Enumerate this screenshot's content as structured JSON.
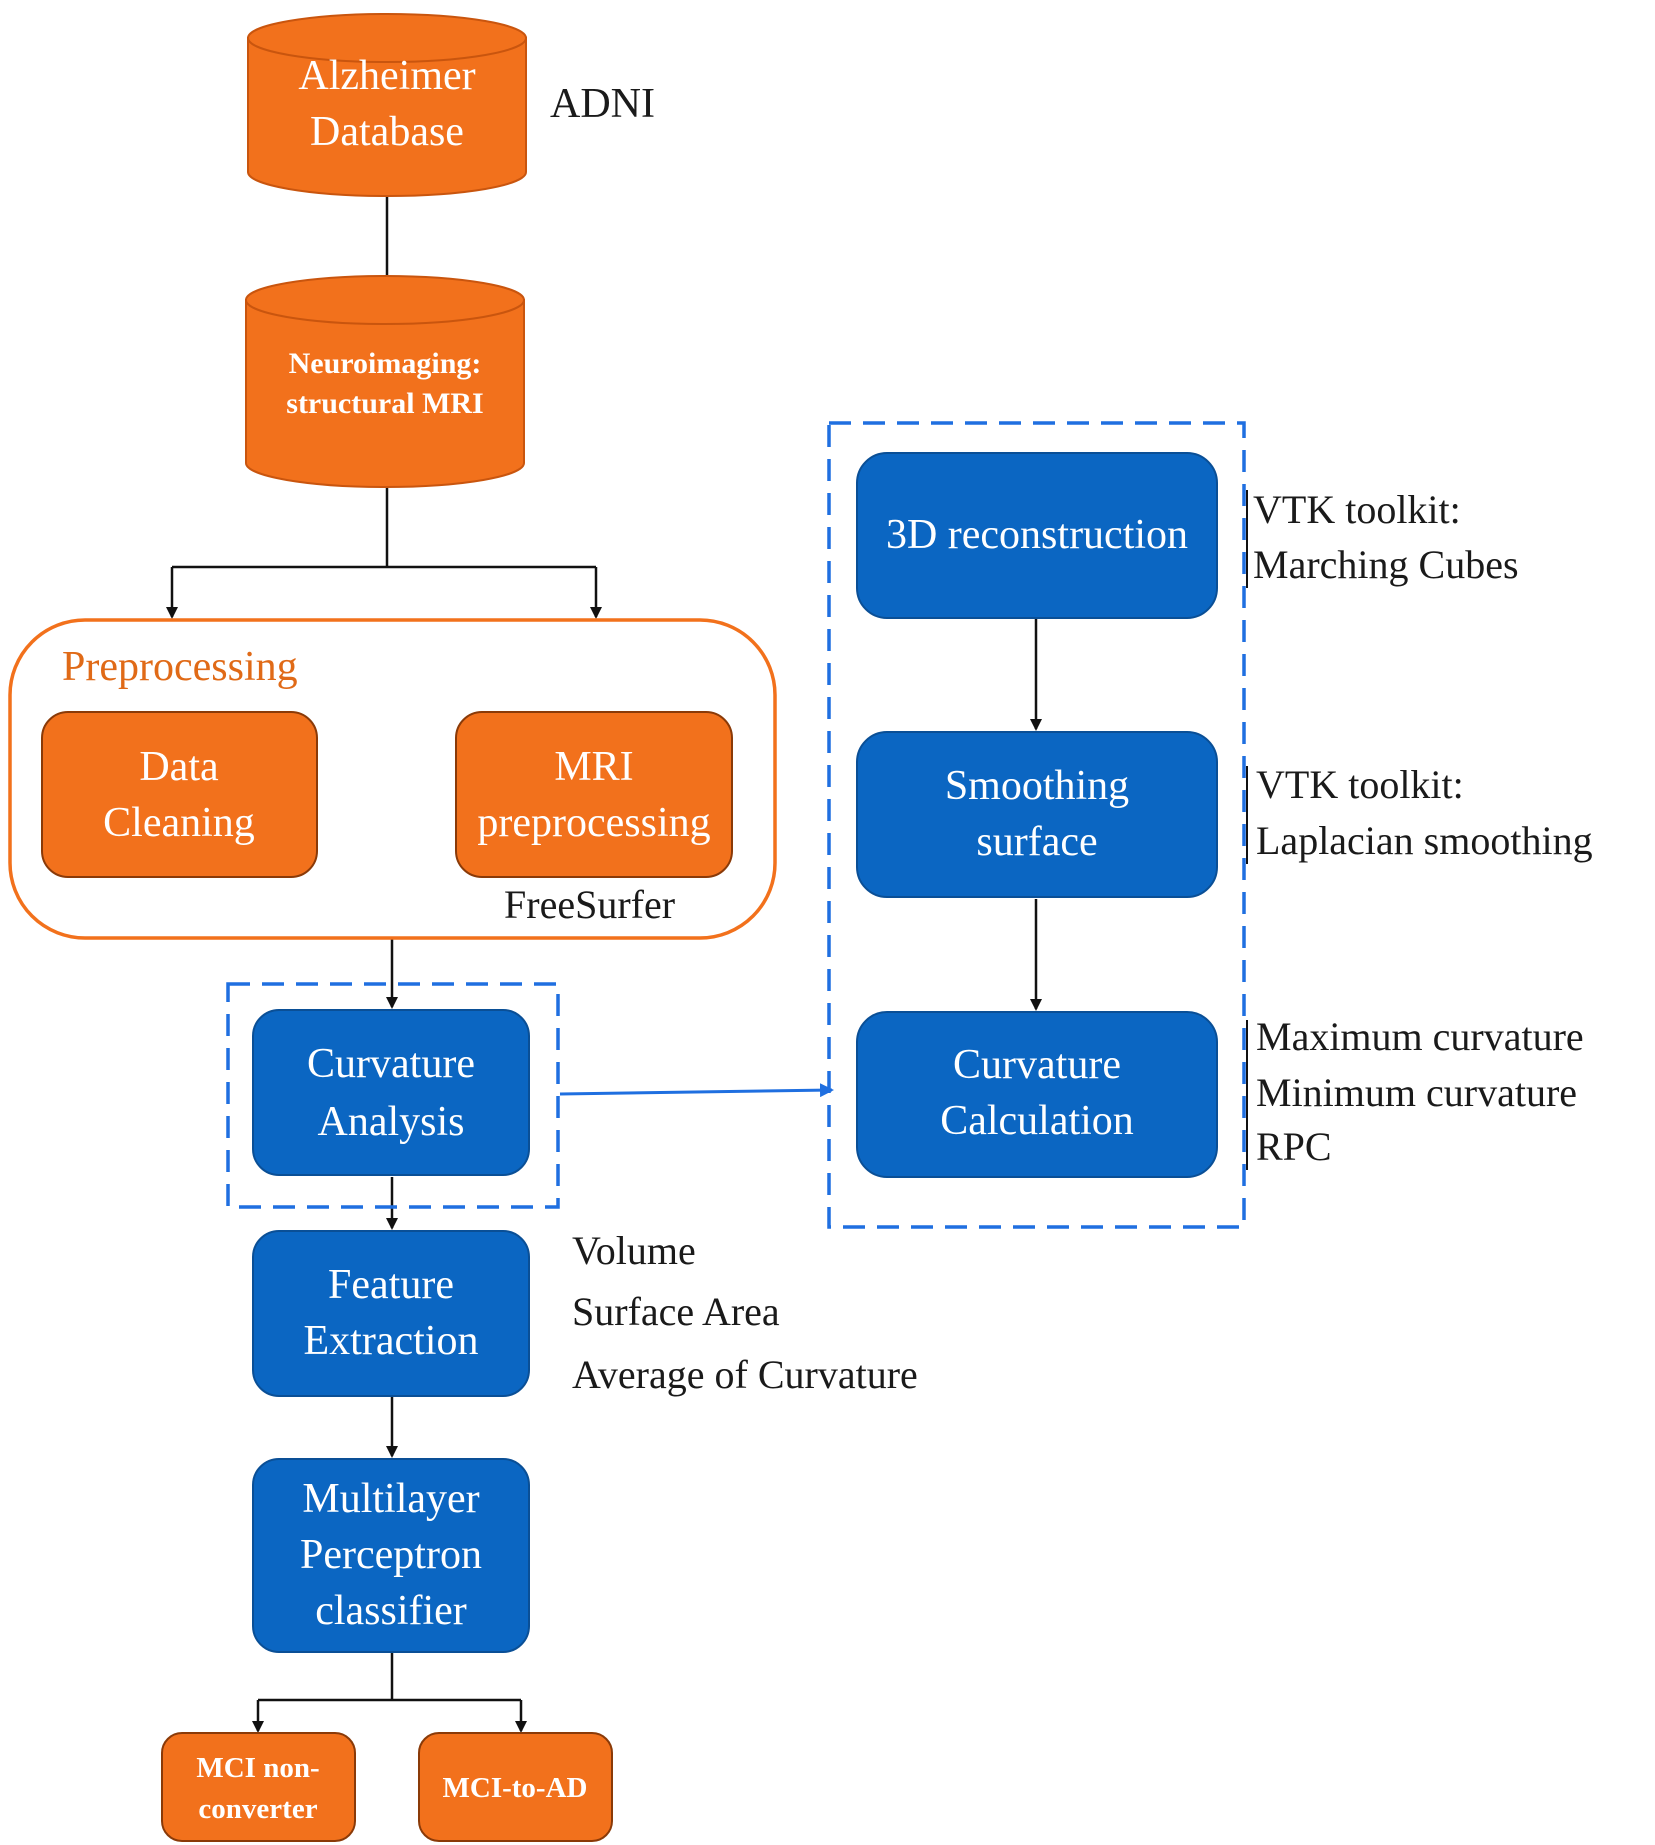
{
  "colors": {
    "orange": "#F2711C",
    "orange_dark": "#C9550E",
    "blue": "#0B66C2",
    "blue_dark": "#0A4F96",
    "dashed_blue": "#1F6FE0",
    "line": "#111111",
    "preprocessing_title": "#E06A17"
  },
  "database": {
    "line1": "Alzheimer",
    "line2": "Database",
    "label": "ADNI"
  },
  "neuroimaging": {
    "line1": "Neuroimaging:",
    "line2": "structural MRI"
  },
  "preprocessing": {
    "title": "Preprocessing",
    "data_cleaning": {
      "line1": "Data",
      "line2": "Cleaning"
    },
    "mri_preprocessing": {
      "line1": "MRI",
      "line2": "preprocessing"
    },
    "tool": "FreeSurfer"
  },
  "curvature_analysis": {
    "line1": "Curvature",
    "line2": "Analysis"
  },
  "feature_extraction": {
    "line1": "Feature",
    "line2": "Extraction",
    "features": [
      "Volume",
      "Surface Area",
      "Average of Curvature"
    ]
  },
  "classifier": {
    "line1": "Multilayer",
    "line2": "Perceptron",
    "line3": "classifier"
  },
  "outputs": {
    "non_converter": {
      "line1": "MCI non-",
      "line2": "converter"
    },
    "converter": "MCI-to-AD"
  },
  "detail": {
    "reconstruction": {
      "label": "3D reconstruction",
      "note1": "VTK toolkit:",
      "note2": "Marching Cubes"
    },
    "smoothing": {
      "line1": "Smoothing",
      "line2": "surface",
      "note1": "VTK toolkit:",
      "note2": "Laplacian smoothing"
    },
    "curvature_calc": {
      "line1": "Curvature",
      "line2": "Calculation",
      "notes": [
        "Maximum curvature",
        "Minimum curvature",
        "RPC"
      ]
    }
  }
}
